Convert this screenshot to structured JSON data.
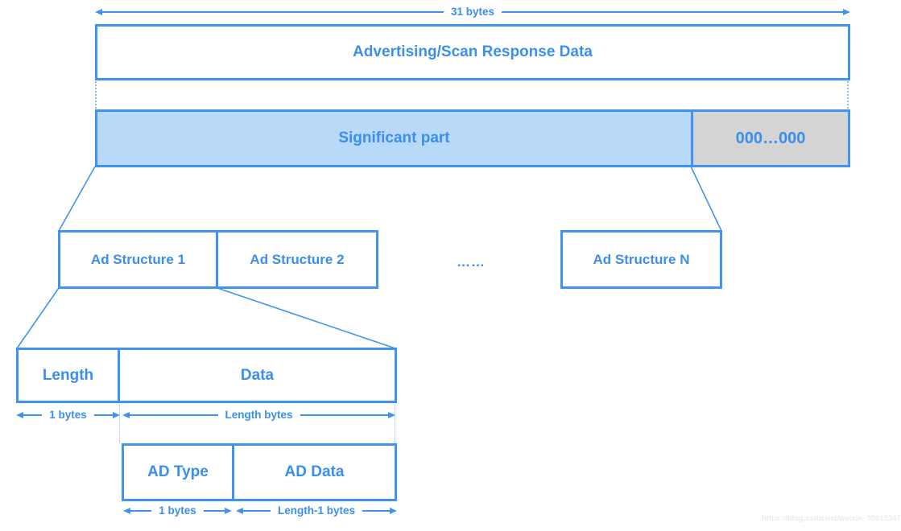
{
  "colors": {
    "line_blue": "#4094EF",
    "text_blue": "#3B8EEA",
    "significant_fill": "#B9D9F8",
    "zeros_fill": "#D4D4D4"
  },
  "top_arrow": {
    "label": "31 bytes"
  },
  "level1": {
    "label": "Advertising/Scan Response Data"
  },
  "level2": {
    "significant_label": "Significant part",
    "zeros_label": "000…000"
  },
  "level3": {
    "items": [
      {
        "label": "Ad Structure 1"
      },
      {
        "label": "Ad Structure 2"
      },
      {
        "label": "Ad Structure N"
      }
    ],
    "ellipsis": "……"
  },
  "level4": {
    "length_label": "Length",
    "data_label": "Data",
    "length_arrow_label": "1 bytes",
    "data_arrow_label": "Length bytes"
  },
  "level5": {
    "ad_type_label": "AD Type",
    "ad_data_label": "AD Data",
    "ad_type_arrow_label": "1 bytes",
    "ad_data_arrow_label": "Length-1 bytes"
  },
  "watermark": {
    "text": "https://blog.csdn.net/weixin_35015347"
  }
}
